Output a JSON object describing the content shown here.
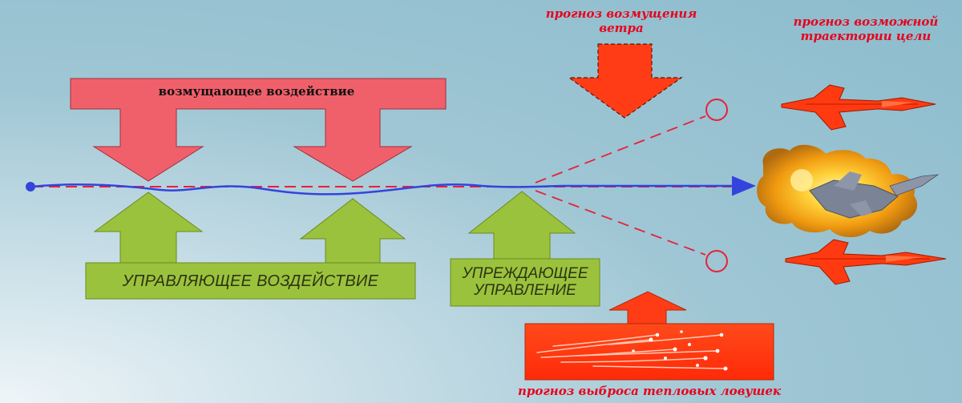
{
  "labels": {
    "disturbance": "возмущающее воздействие",
    "control": "УПРАВЛЯЮЩЕЕ ВОЗДЕЙСТВИЕ",
    "anticipatory_line1": "УПРЕЖДАЮЩЕЕ",
    "anticipatory_line2": "УПРАВЛЕНИЕ",
    "wind_line1": "прогноз возмущения",
    "wind_line2": "ветра",
    "trajectory_line1": "прогноз возможной",
    "trajectory_line2": "траектории цели",
    "flares": "прогноз выброса тепловых ловушек"
  },
  "icons": {
    "target_up": "fighter-jet-icon",
    "target_center": "explosion-icon",
    "target_down": "fighter-jet-icon",
    "flares": "heat-flares-icon"
  },
  "colors": {
    "disturbance_arrow": "#f0606b",
    "control_arrow": "#9bc23c",
    "forecast_arrow": "#ff3c16",
    "forecast_text": "#e8001c",
    "path": "#3344dd",
    "dashed_line": "#e8203a"
  }
}
